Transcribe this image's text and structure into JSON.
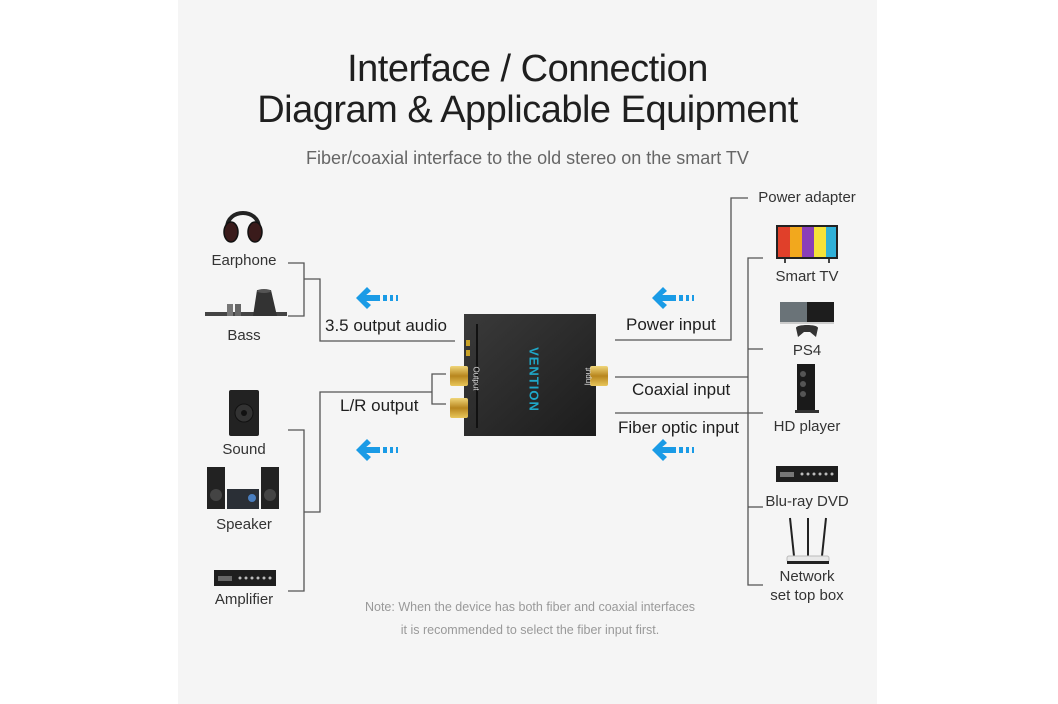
{
  "header": {
    "title_line1": "Interface / Connection",
    "title_line2": "Diagram & Applicable Equipment",
    "subtitle": "Fiber/coaxial interface to the old stereo on the smart TV"
  },
  "left_devices": [
    {
      "label": "Earphone",
      "icon": "headphones-icon"
    },
    {
      "label": "Bass",
      "icon": "soundbar-icon"
    },
    {
      "label": "Sound",
      "icon": "speaker-icon"
    },
    {
      "label": "Speaker",
      "icon": "stereo-system-icon"
    },
    {
      "label": "Amplifier",
      "icon": "amplifier-icon"
    }
  ],
  "right_devices": [
    {
      "label": "Power adapter"
    },
    {
      "label": "Smart TV",
      "icon": "tv-icon"
    },
    {
      "label": "PS4",
      "icon": "game-console-icon"
    },
    {
      "label": "HD player",
      "icon": "tower-player-icon"
    },
    {
      "label": "Blu-ray DVD",
      "icon": "dvd-player-icon"
    },
    {
      "label_line1": "Network",
      "label_line2": "set top box",
      "icon": "router-icon"
    }
  ],
  "connections": {
    "output_audio": "3.5 output audio",
    "lr_output": "L/R output",
    "power_input": "Power input",
    "coaxial_input": "Coaxial input",
    "fiber_input": "Fiber optic input"
  },
  "device": {
    "brand": "VENTION",
    "output_label": "Output",
    "input_label": "Input"
  },
  "note": {
    "line1": "Note: When the device has both fiber and coaxial interfaces",
    "line2": "it is recommended to select the fiber input first."
  },
  "colors": {
    "arrow": "#1a9be6",
    "line": "#555555",
    "brand_text": "#1fa8c9",
    "gold": "#c9a227"
  }
}
